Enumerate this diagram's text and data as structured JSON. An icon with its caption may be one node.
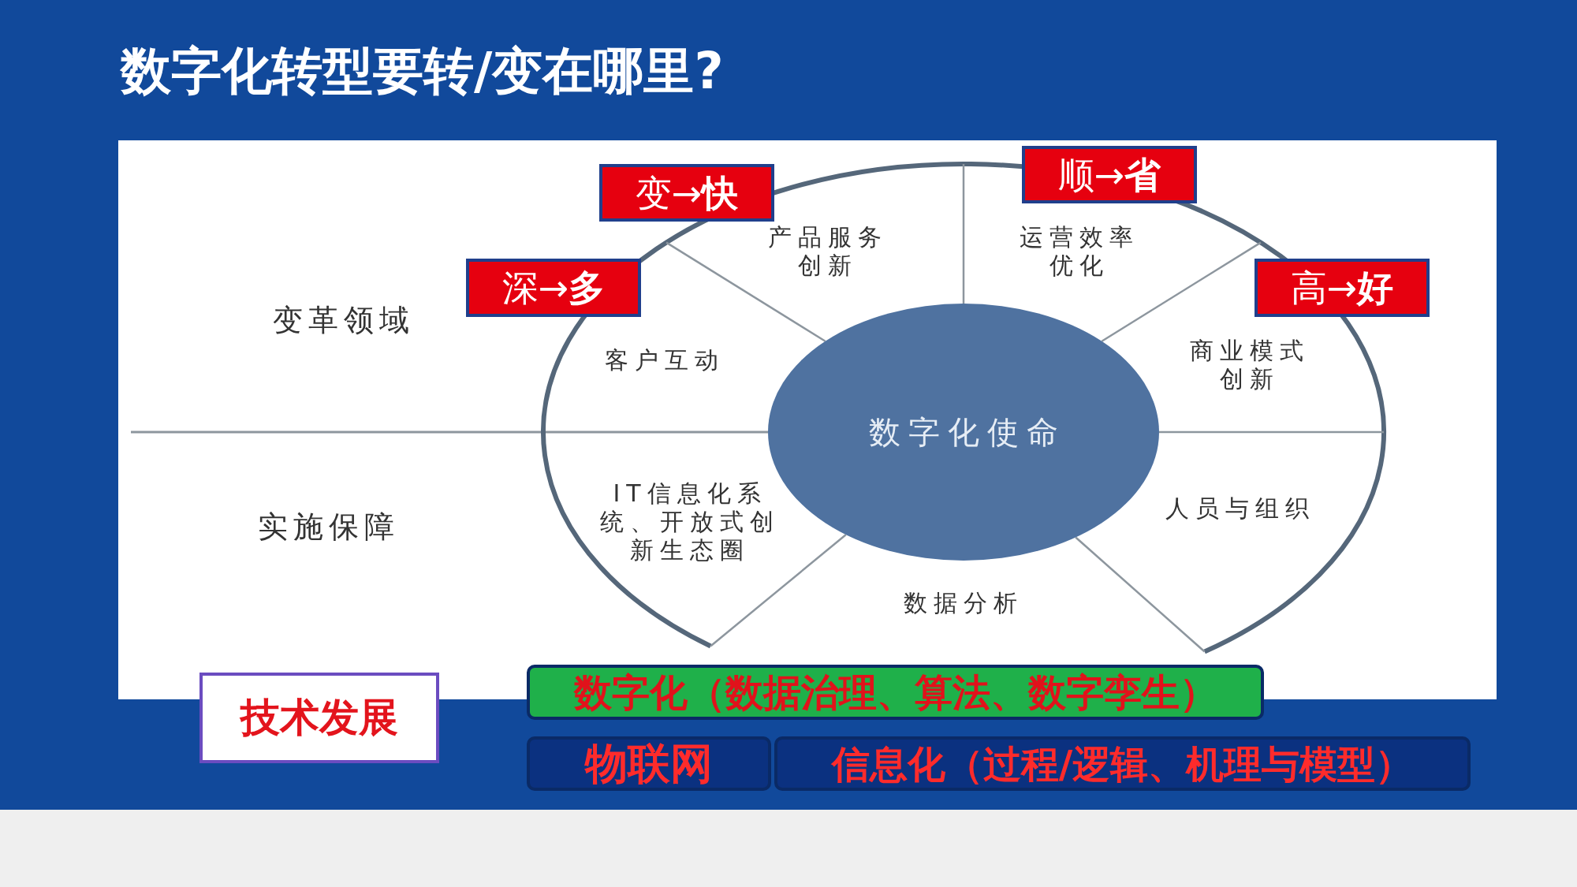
{
  "diagram": {
    "title": "数字化转型要转/变在哪里?",
    "nodes": [
      {
        "text": [
          "变→**快**"
        ]
      },
      {
        "text": [
          "顺→**省**"
        ]
      },
      {
        "text": [
          "产品服务创新"
        ]
      },
      {
        "text": [
          "运营效率优化"
        ]
      },
      {
        "text": [
          "深→**多**"
        ]
      },
      {
        "text": [
          "高→**好**"
        ]
      },
      {
        "text": [
          "客户互动"
        ]
      },
      {
        "text": [
          "商业模式创新"
        ]
      },
      {
        "text": [
          "数字化使命"
        ]
      },
      {
        "text": [
          "IT信息化系统、开放式创新生态圈"
        ]
      },
      {
        "text": [
          "人员与组织"
        ]
      },
      {
        "text": [
          "数据分析"
        ]
      },
      {
        "text": [
          "数字化（数据治理、算法、数字孪生）"
        ]
      },
      {
        "text": [
          "技术发展"
        ]
      },
      {
        "text": [
          "物联网"
        ]
      },
      {
        "text": [
          "信息化（过程/逻辑、机理与模型）"
        ]
      }
    ],
    "labels": [
      "变革领域",
      "实施保障"
    ]
  }
}
